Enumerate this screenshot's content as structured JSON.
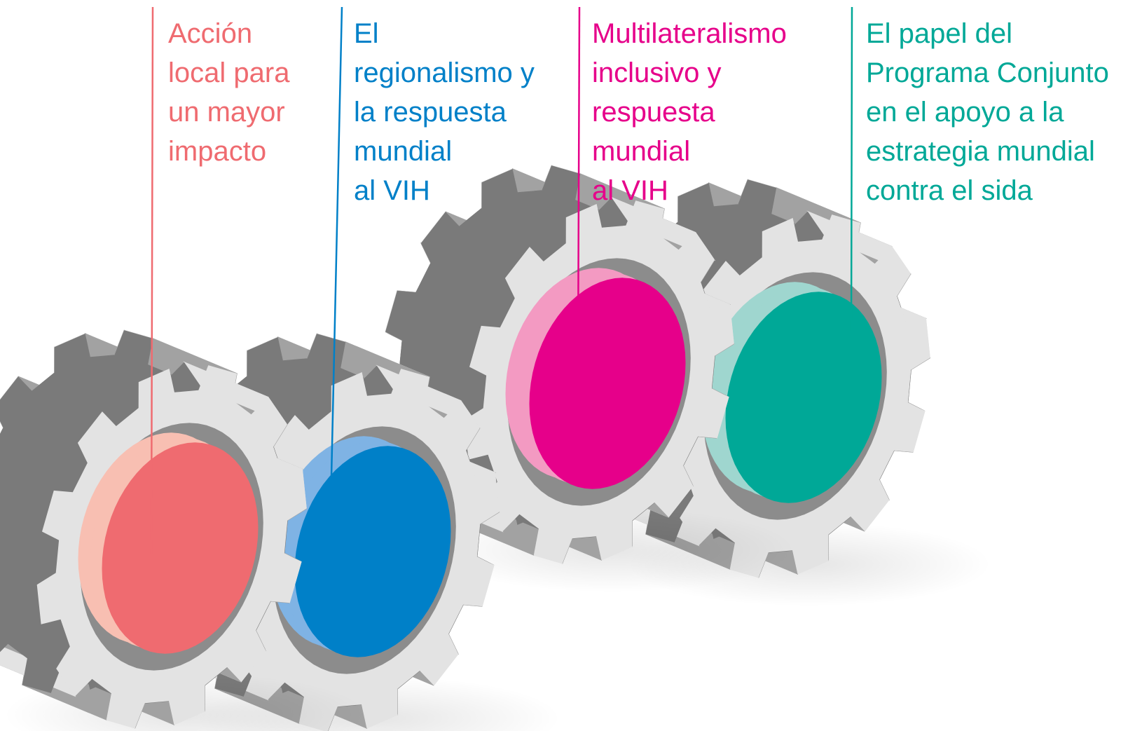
{
  "items": [
    {
      "label": "Acción\nlocal para\nun mayor\nimpacto",
      "color": "#ef6b70",
      "light": "#f8bfb2",
      "icon": "gear-icon"
    },
    {
      "label": "El\nregionalismo y\nla respuesta\nmundial\nal VIH",
      "color": "#0080c8",
      "light": "#7fb3e4",
      "icon": "gear-icon"
    },
    {
      "label": "Multilateralismo\ninclusivo y\nrespuesta\nmundial\nal VIH",
      "color": "#e6008a",
      "light": "#f39ac2",
      "icon": "gear-icon"
    },
    {
      "label": "El papel del\nPrograma Conjunto\nen el apoyo a la\nestrategia mundial\ncontra el sida",
      "color": "#00a897",
      "light": "#9fd6cf",
      "icon": "gear-icon"
    }
  ],
  "gear_colors": {
    "top": "#e3e3e3",
    "side": "#a2a2a2",
    "dark": "#7a7a7a",
    "inner": "#8c8c8c"
  }
}
